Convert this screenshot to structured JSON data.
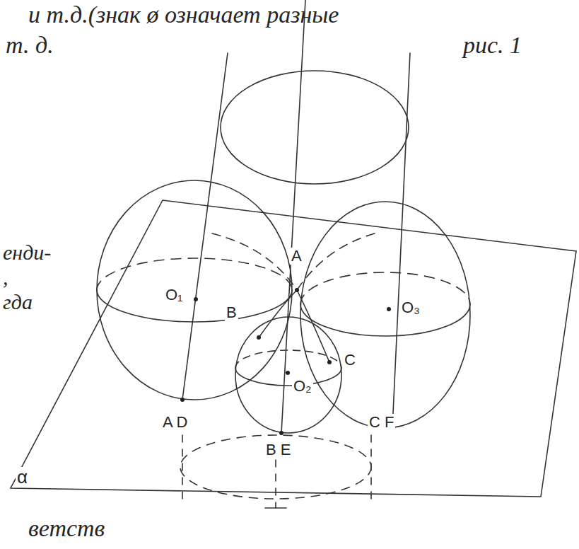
{
  "diagram": {
    "labels": [
      "и т.д.(знак ø означает разные",
      "т. д.",
      "рис. 1",
      "енди-",
      ",",
      "гда",
      "ветств",
      "A",
      "O₁",
      "B",
      "O₃",
      "C",
      "O₂",
      "A D",
      "B E",
      "C F",
      "α"
    ]
  }
}
